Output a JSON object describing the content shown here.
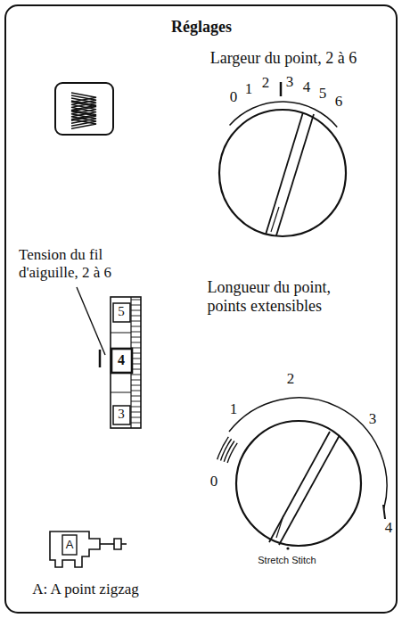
{
  "diagram": {
    "title": "Réglages",
    "labels": [
      "Largeur du point, 2 à 6",
      "0",
      "1",
      "2",
      "3",
      "4",
      "5",
      "6",
      "Tension du fil d'aiguille, 2 à 6",
      "5",
      "4",
      "3",
      "Longueur du point, points extensibles",
      "0",
      "1",
      "2",
      "3",
      "4",
      "Stretch Stitch",
      "A",
      "A: A point zigzag"
    ]
  }
}
